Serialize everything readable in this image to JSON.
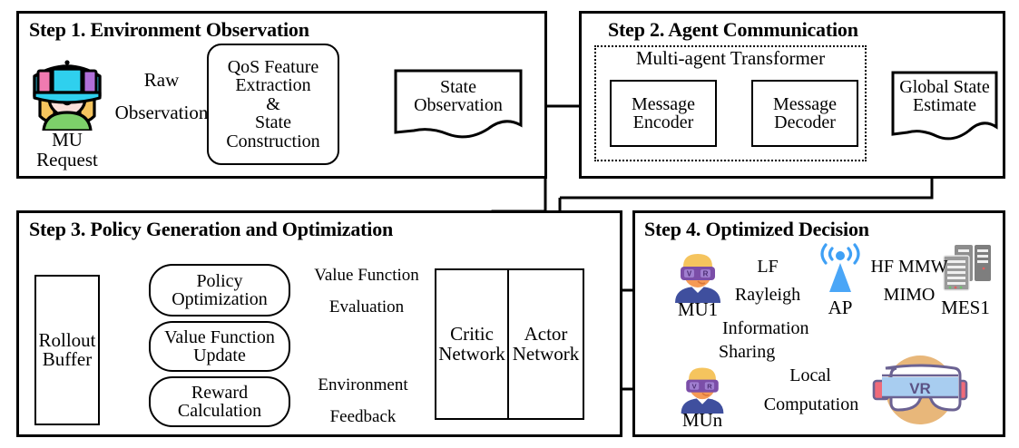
{
  "figure": {
    "type": "flow-diagram",
    "steps": [
      {
        "id": "step1",
        "title": "Step 1. Environment Observation"
      },
      {
        "id": "step2",
        "title": "Step 2. Agent Communication"
      },
      {
        "id": "step3",
        "title": "Step 3.  Policy Generation and Optimization"
      },
      {
        "id": "step4",
        "title": "Step 4. Optimized Decision"
      }
    ]
  },
  "step1": {
    "title": "Step 1. Environment Observation",
    "avatar_icon": "vr-user-avatar-icon",
    "avatar_caption_line1": "MU",
    "avatar_caption_line2": "Request",
    "arrow1_line1": "Raw",
    "arrow1_line2": "Observation",
    "process_line1": "QoS Feature",
    "process_line2": "Extraction",
    "process_line3": "&",
    "process_line4": "State",
    "process_line5": "Construction",
    "state_doc_line1": "State",
    "state_doc_line2": "Observation"
  },
  "step2": {
    "title": "Step 2. Agent Communication",
    "transformer_label": "Multi-agent Transformer",
    "encoder_line1": "Message",
    "encoder_line2": "Encoder",
    "decoder_line1": "Message",
    "decoder_line2": "Decoder",
    "global_doc_line1": "Global State",
    "global_doc_line2": "Estimate"
  },
  "step3": {
    "title": "Step 3.  Policy Generation and Optimization",
    "rollout_line1": "Rollout",
    "rollout_line2": "Buffer",
    "policy_line1": "Policy",
    "policy_line2": "Optimization",
    "value_line1": "Value Function",
    "value_line2": "Update",
    "reward_line1": "Reward",
    "reward_line2": "Calculation",
    "critic_line1": "Critic",
    "critic_line2": "Network",
    "actor_line1": "Actor",
    "actor_line2": "Network",
    "edge_value_eval_line1": "Value Function",
    "edge_value_eval_line2": "Evaluation",
    "edge_env_feedback_line1": "Environment",
    "edge_env_feedback_line2": "Feedback"
  },
  "step4": {
    "title": "Step 4. Optimized Decision",
    "mu1_label": "MU1",
    "mun_label": "MUn",
    "ap_label": "AP",
    "mes1_label": "MES1",
    "mu1_icon": "vr-user-head-icon",
    "mun_icon": "vr-user-head-icon",
    "ap_icon": "wireless-access-point-icon",
    "mes1_icon": "server-rack-icon",
    "headset_icon": "vr-headset-icon",
    "link_lf_line1": "LF",
    "link_lf_line2": "Rayleigh",
    "link_hf_line1": "HF MMW",
    "link_hf_line2": "MIMO",
    "info_share_line1": "Information",
    "info_share_line2": "Sharing",
    "local_comp_line1": "Local",
    "local_comp_line2": "Computation"
  },
  "colors": {
    "stroke": "#000000",
    "panel_bg": "#ffffff",
    "ap_blue": "#3fa0f5",
    "headset_glass": "#a8cdf0",
    "headset_frame": "#6b6292",
    "headset_halo": "#e8b77a",
    "headset_side": "#ef6b7a",
    "server_gray": "#8b8b8b",
    "avatar_cyan": "#2fd0ee",
    "avatar_pink": "#f07ab0",
    "avatar_purple": "#b06fd8",
    "avatar_green": "#7dd06a",
    "avatar_hair": "#f5c45e",
    "avatar_skin": "#f9ded9",
    "vruser_shirt": "#3f4f9e",
    "vruser_goggles": "#7b4ea8",
    "vruser_skin": "#f59a55",
    "vruser_cap": "#f5c45e"
  }
}
